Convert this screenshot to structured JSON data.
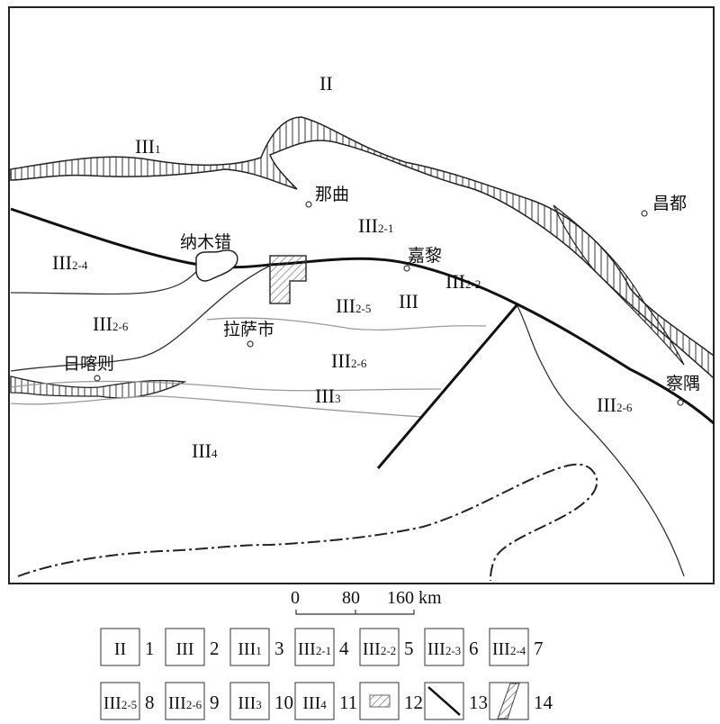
{
  "map": {
    "zones": [
      {
        "id": "II",
        "main": "II",
        "sub": ""
      },
      {
        "id": "III1",
        "main": "III",
        "sub": "1"
      },
      {
        "id": "III2-1",
        "main": "III",
        "sub": "2-1"
      },
      {
        "id": "III2-4",
        "main": "III",
        "sub": "2-4"
      },
      {
        "id": "III2-2",
        "main": "III",
        "sub": "2-2"
      },
      {
        "id": "III",
        "main": "III",
        "sub": ""
      },
      {
        "id": "III2-5",
        "main": "III",
        "sub": "2-5"
      },
      {
        "id": "III2-6a",
        "main": "III",
        "sub": "2-6"
      },
      {
        "id": "III2-6b",
        "main": "III",
        "sub": "2-6"
      },
      {
        "id": "III2-6c",
        "main": "III",
        "sub": "2-6"
      },
      {
        "id": "III3",
        "main": "III",
        "sub": "3"
      },
      {
        "id": "III4",
        "main": "III",
        "sub": "4"
      }
    ],
    "cities": {
      "naqu": "那曲",
      "changdu": "昌都",
      "namco": "纳木错",
      "jiali": "嘉黎",
      "lhasa": "拉萨市",
      "shigatse": "日喀则",
      "chayu": "察隅"
    }
  },
  "scale_bar": {
    "ticks": [
      "0",
      "80",
      "160 km"
    ]
  },
  "legend": [
    {
      "symbol": "II",
      "sub": "",
      "num": "1"
    },
    {
      "symbol": "III",
      "sub": "",
      "num": "2"
    },
    {
      "symbol": "III",
      "sub": "1",
      "num": "3"
    },
    {
      "symbol": "III",
      "sub": "2-1",
      "num": "4"
    },
    {
      "symbol": "III",
      "sub": "2-2",
      "num": "5"
    },
    {
      "symbol": "III",
      "sub": "2-3",
      "num": "6"
    },
    {
      "symbol": "III",
      "sub": "2-4",
      "num": "7"
    },
    {
      "symbol": "III",
      "sub": "2-5",
      "num": "8"
    },
    {
      "symbol": "III",
      "sub": "2-6",
      "num": "9"
    },
    {
      "symbol": "III",
      "sub": "3",
      "num": "10"
    },
    {
      "symbol": "III",
      "sub": "4",
      "num": "11"
    },
    {
      "symbol": "hatched-rectangle",
      "sub": "",
      "num": "12"
    },
    {
      "symbol": "fault-line",
      "sub": "",
      "num": "13"
    },
    {
      "symbol": "hatched-band",
      "sub": "",
      "num": "14"
    }
  ]
}
